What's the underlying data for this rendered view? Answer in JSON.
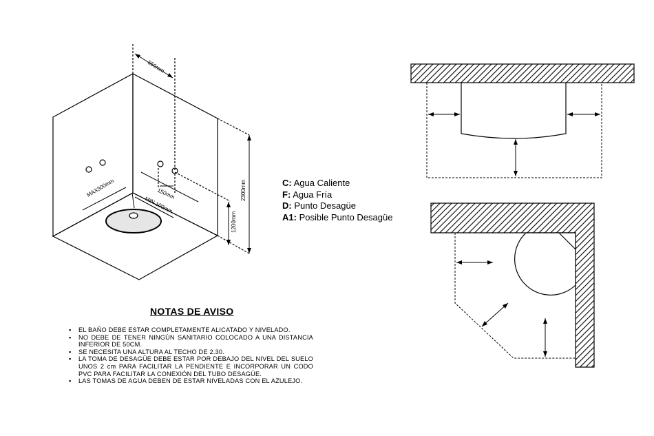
{
  "iso_view": {
    "dim_depth": "550mm",
    "dim_total_height": "2300mm",
    "dim_lower_height": "1200mm",
    "dim_lateral_offset": "150mm",
    "dim_max_distance": "MAX300mm",
    "dim_min_distance": "MIN 100mm"
  },
  "legend": [
    {
      "key": "C:",
      "text": "Agua Caliente"
    },
    {
      "key": "F:",
      "text": "Agua Fría"
    },
    {
      "key": "D:",
      "text": "Punto Desagüe"
    },
    {
      "key": "A1:",
      "text": "Posible Punto Desagüe"
    }
  ],
  "notes": {
    "title": "NOTAS DE AVISO",
    "bullet_glyph": "▪",
    "items": [
      "EL BAÑO DEBE ESTAR COMPLETAMENTE ALICATADO Y NIVELADO.",
      "NO DEBE DE TENER NINGÚN SANITARIO COLOCADO A UNA DISTANCIA INFERIOR DE 50CM.",
      "SE NECESITA UNA ALTURA AL TECHO DE 2.30.",
      "LA TOMA DE DESAGÜE DEBE ESTAR POR DEBAJO DEL NIVEL DEL SUELO UNOS 2 cm PARA FACILITAR LA PENDIENTE E INCORPORAR UN CODO PVC PARA FACILITAR LA CONEXIÓN DEL TUBO DESAGÜE.",
      "LAS TOMAS DE AGUA DEBEN DE ESTAR NIVELADAS CON EL AZULEJO."
    ]
  }
}
